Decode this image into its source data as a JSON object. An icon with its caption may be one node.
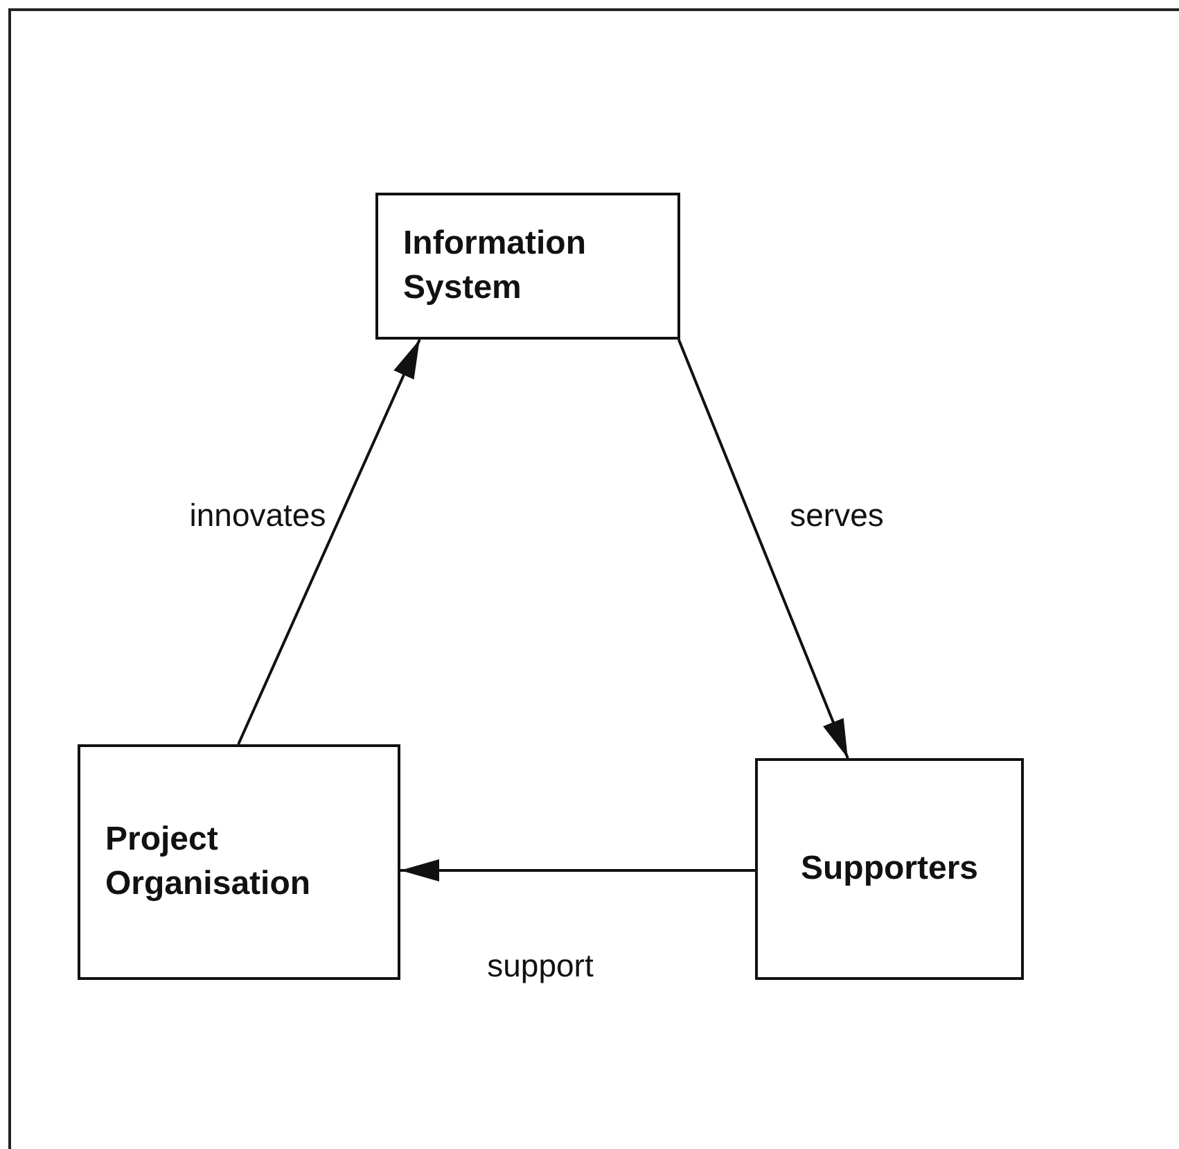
{
  "diagram": {
    "nodes": [
      {
        "text": [
          "Information System"
        ]
      },
      {
        "text": [
          "Project Organisation"
        ]
      },
      {
        "text": [
          "Supporters"
        ]
      }
    ],
    "edges": [
      {
        "from": 1,
        "to": 0,
        "arrow": "to",
        "label": "innovates"
      },
      {
        "from": 0,
        "to": 2,
        "arrow": "to",
        "label": "serves"
      },
      {
        "from": 2,
        "to": 1,
        "arrow": "to",
        "label": "support"
      }
    ]
  }
}
